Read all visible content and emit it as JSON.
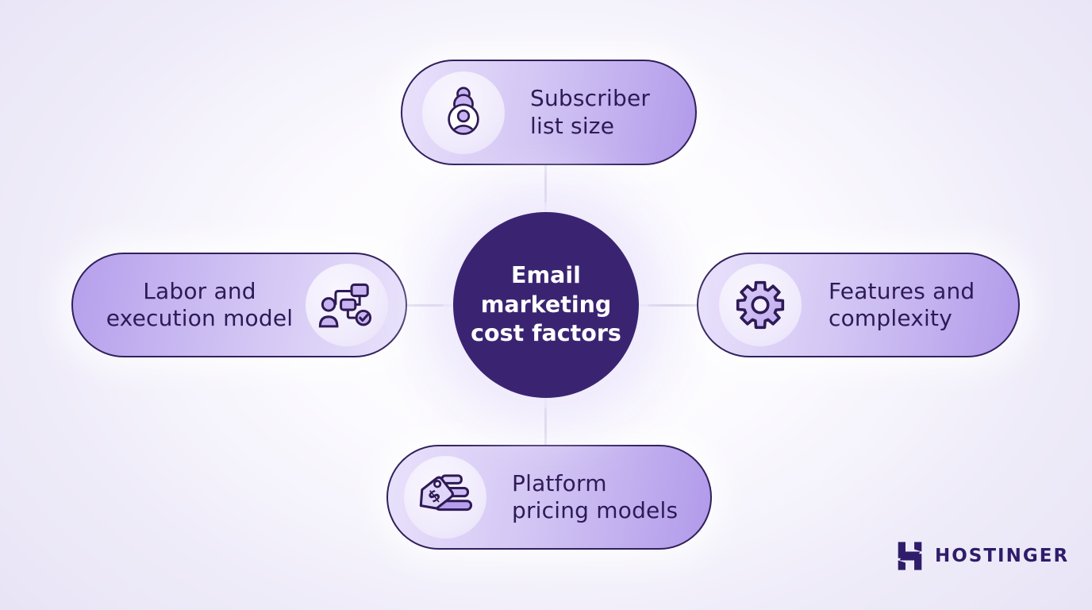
{
  "diagram": {
    "type": "hub-and-spoke",
    "center": {
      "lines": [
        "Email",
        "marketing",
        "cost factors"
      ],
      "full_text": "Email marketing cost factors"
    },
    "nodes": [
      {
        "id": "subscriber-list-size",
        "position": "top",
        "icon": "subscriber-list-icon",
        "lines": [
          "Subscriber",
          "list size"
        ],
        "full_text": "Subscriber list size"
      },
      {
        "id": "labor-and-execution-model",
        "position": "left",
        "icon": "workflow-person-icon",
        "lines": [
          "Labor and",
          "execution model"
        ],
        "full_text": "Labor and execution model"
      },
      {
        "id": "features-and-complexity",
        "position": "right",
        "icon": "gear-icon",
        "lines": [
          "Features and",
          "complexity"
        ],
        "full_text": "Features and complexity"
      },
      {
        "id": "platform-pricing-models",
        "position": "bottom",
        "icon": "price-tag-icon",
        "lines": [
          "Platform",
          "pricing models"
        ],
        "full_text": "Platform pricing models"
      }
    ]
  },
  "branding": {
    "name": "HOSTINGER",
    "logo_icon": "hostinger-h-icon"
  },
  "colors": {
    "background_edge": "#e8e4f6",
    "background_center": "#ffffff",
    "center_circle_fill": "#3a2472",
    "center_circle_text": "#ffffff",
    "pill_border": "#31205c",
    "pill_gradient_light": "#e9e2fb",
    "pill_gradient_dark": "#b19aea",
    "pill_text": "#2d1a56",
    "icon_stroke": "#2e1a54",
    "icon_fill": "#c7b4f1",
    "connector": "#c9c4dc",
    "brand": "#2f1c6a"
  }
}
